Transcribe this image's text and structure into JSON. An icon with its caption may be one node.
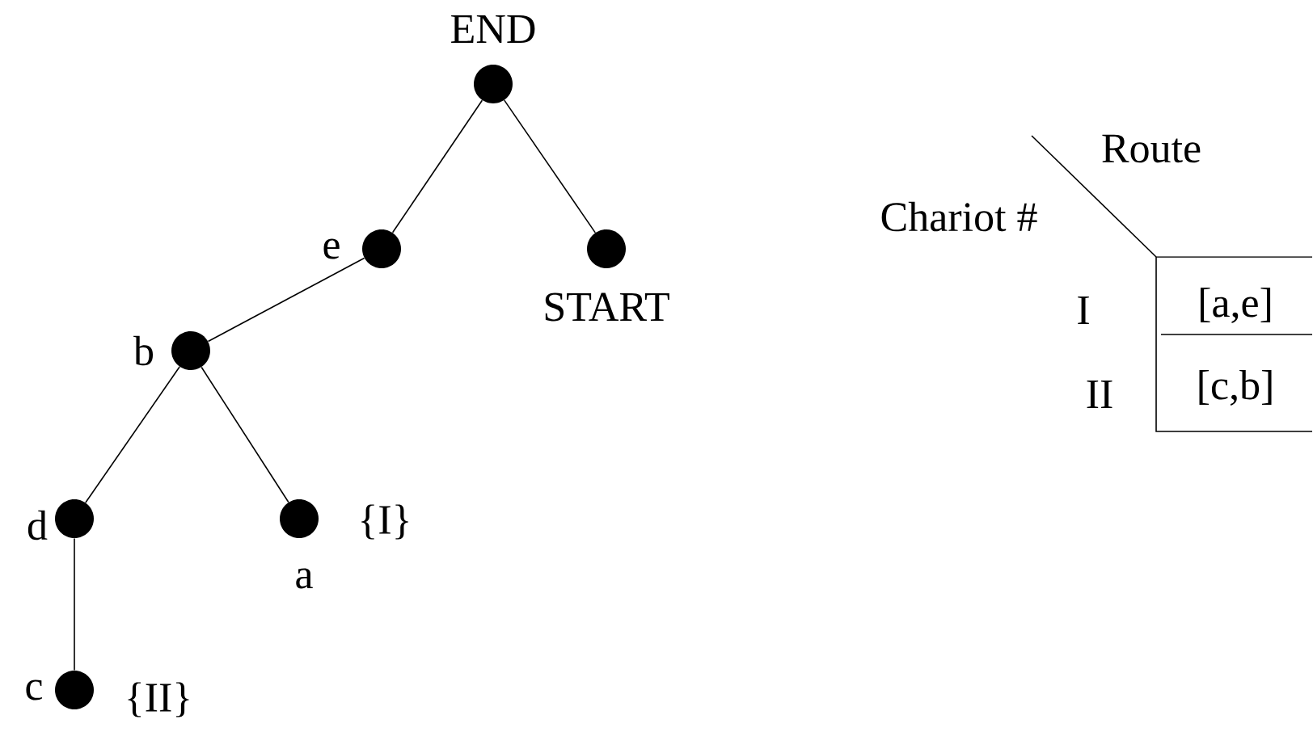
{
  "diagram": {
    "nodes": [
      {
        "text": [],
        "shape": "circle",
        "beside": [
          "END"
        ]
      },
      {
        "text": [],
        "shape": "circle",
        "beside": [
          "e"
        ]
      },
      {
        "text": [],
        "shape": "circle",
        "beside": [
          "START"
        ]
      },
      {
        "text": [],
        "shape": "circle",
        "beside": [
          "b"
        ]
      },
      {
        "text": [],
        "shape": "circle",
        "beside": [
          "d"
        ]
      },
      {
        "text": [],
        "shape": "circle",
        "beside": [
          "a",
          "{I}"
        ]
      },
      {
        "text": [],
        "shape": "circle",
        "beside": [
          "c",
          "{II}"
        ]
      }
    ],
    "edges": [
      {
        "from": 0,
        "to": 1,
        "arrow": "none"
      },
      {
        "from": 0,
        "to": 2,
        "arrow": "none"
      },
      {
        "from": 1,
        "to": 3,
        "arrow": "none"
      },
      {
        "from": 3,
        "to": 4,
        "arrow": "none"
      },
      {
        "from": 3,
        "to": 5,
        "arrow": "none"
      },
      {
        "from": 4,
        "to": 6,
        "arrow": "none"
      }
    ],
    "labels": [
      "Route",
      "Chariot #",
      "I",
      "[a,e]",
      "II",
      "[c,b]"
    ]
  }
}
